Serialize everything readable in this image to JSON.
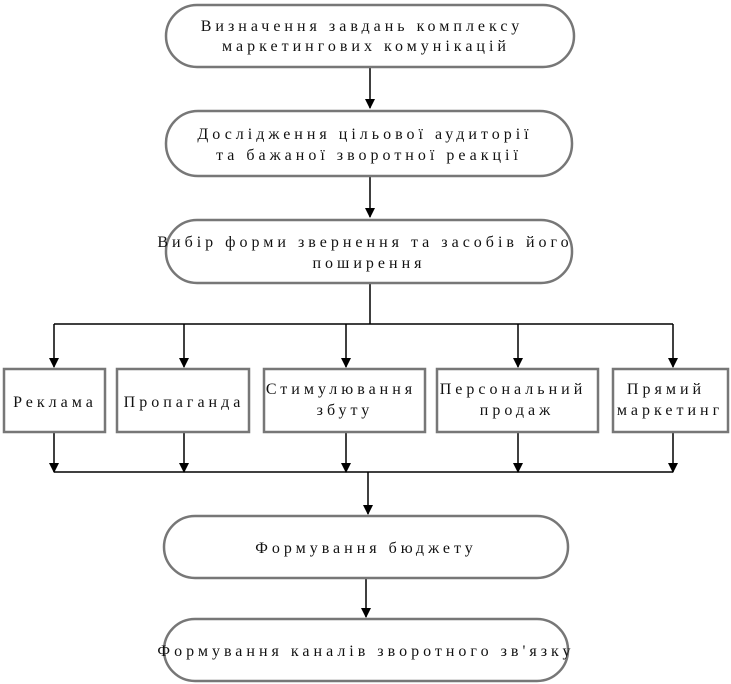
{
  "diagram": {
    "nodes": {
      "define_tasks": {
        "lines": [
          "Визначення завдань комплексу",
          "маркетингових комунікацій"
        ]
      },
      "audience_research": {
        "lines": [
          "Дослідження цільової аудиторії",
          "та бажаної зворотної реакції"
        ]
      },
      "choose_form": {
        "lines": [
          "Вибір форми звернення та засобів його",
          "поширення"
        ]
      },
      "advertising": {
        "lines": [
          "Реклама"
        ]
      },
      "propaganda": {
        "lines": [
          "Пропаганда"
        ]
      },
      "sales_promotion": {
        "lines": [
          "Стимулювання",
          "збуту"
        ]
      },
      "personal_selling": {
        "lines": [
          "Персональний",
          "продаж"
        ]
      },
      "direct_marketing": {
        "lines": [
          "Прямий",
          "маркетинг"
        ]
      },
      "budget": {
        "lines": [
          "Формування бюджету"
        ]
      },
      "feedback_channels": {
        "lines": [
          "Формування каналів зворотного зв'язку"
        ]
      }
    },
    "edges": [
      [
        "define_tasks",
        "audience_research"
      ],
      [
        "audience_research",
        "choose_form"
      ],
      [
        "choose_form",
        "advertising"
      ],
      [
        "choose_form",
        "propaganda"
      ],
      [
        "choose_form",
        "sales_promotion"
      ],
      [
        "choose_form",
        "personal_selling"
      ],
      [
        "choose_form",
        "direct_marketing"
      ],
      [
        "advertising",
        "budget"
      ],
      [
        "propaganda",
        "budget"
      ],
      [
        "sales_promotion",
        "budget"
      ],
      [
        "personal_selling",
        "budget"
      ],
      [
        "direct_marketing",
        "budget"
      ],
      [
        "budget",
        "feedback_channels"
      ]
    ],
    "colors": {
      "border": "#777777",
      "line": "#000000",
      "text": "#111111"
    }
  }
}
